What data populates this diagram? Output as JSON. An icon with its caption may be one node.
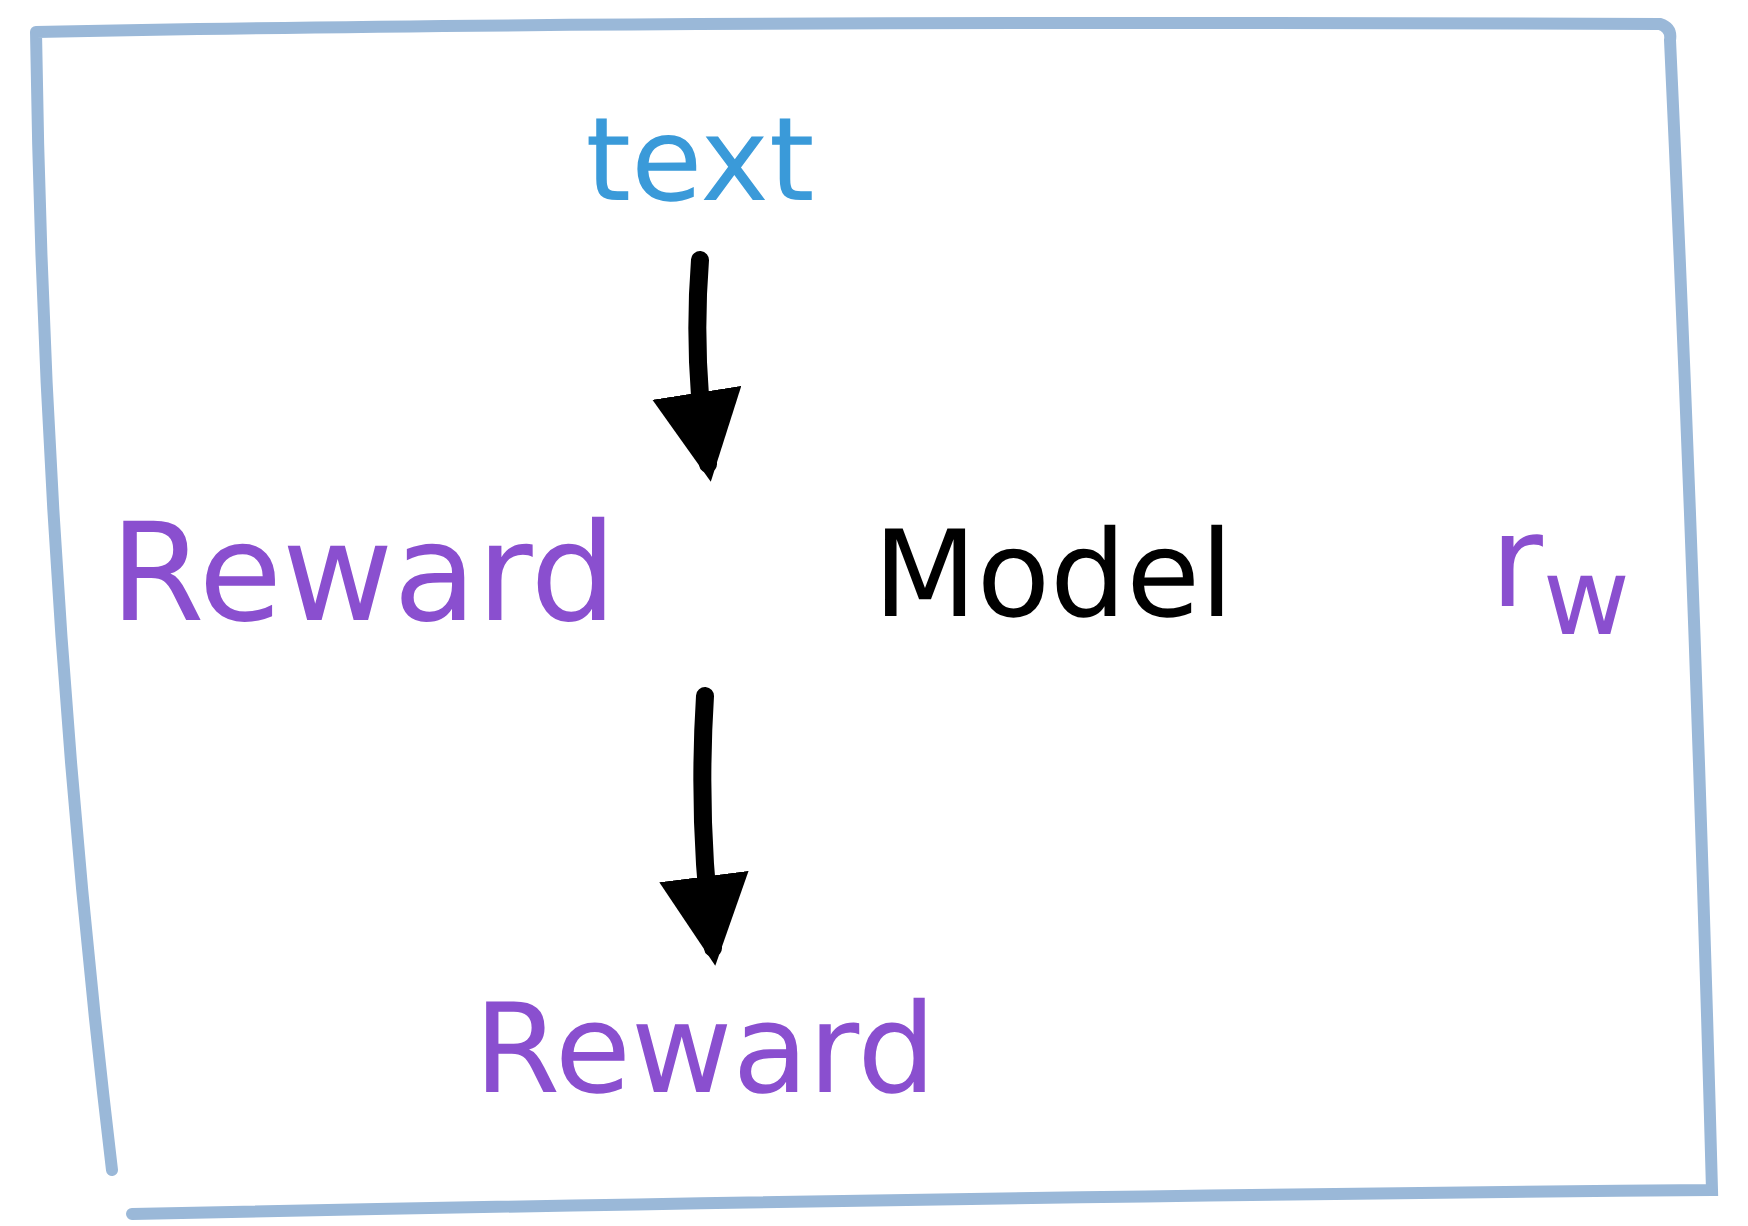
{
  "diagram": {
    "nodes": [
      {
        "text": [
          "text"
        ]
      },
      {
        "text": [
          "Reward",
          "Model",
          "r$_{w}$"
        ]
      },
      {
        "text": [
          "Reward"
        ]
      }
    ],
    "edges": [
      {
        "from": 0,
        "to": 1,
        "arrow": "to"
      },
      {
        "from": 1,
        "to": 2,
        "arrow": "to"
      }
    ]
  }
}
